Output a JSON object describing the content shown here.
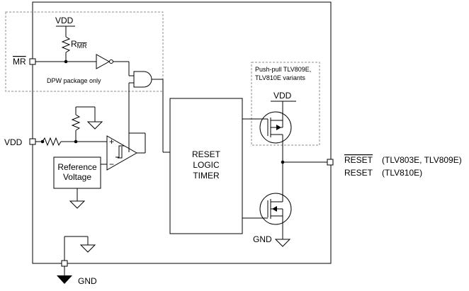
{
  "labels": {
    "vdd_top": "VDD",
    "r_mr_prefix": "R",
    "r_mr_sub": "MR",
    "mr_pin": "MR",
    "dpw_note": "DPW package only",
    "vdd_pin": "VDD",
    "reference_line1": "Reference",
    "reference_line2": "Voltage",
    "reset_line1": "RESET",
    "reset_line2": "LOGIC",
    "reset_line3": "TIMER",
    "pushpull_line1": "Push-pull TLV809E,",
    "pushpull_line2": "TLV810E variants",
    "vdd_pushpull": "VDD",
    "gnd_inner": "GND",
    "gnd_pin": "GND",
    "reset_bar_out": "RESET",
    "reset_bar_parts": "(TLV803E, TLV809E)",
    "reset_out": "RESET",
    "reset_parts": "(TLV810E)"
  },
  "comparator_signs": {
    "plus": "+",
    "minus": "−"
  }
}
